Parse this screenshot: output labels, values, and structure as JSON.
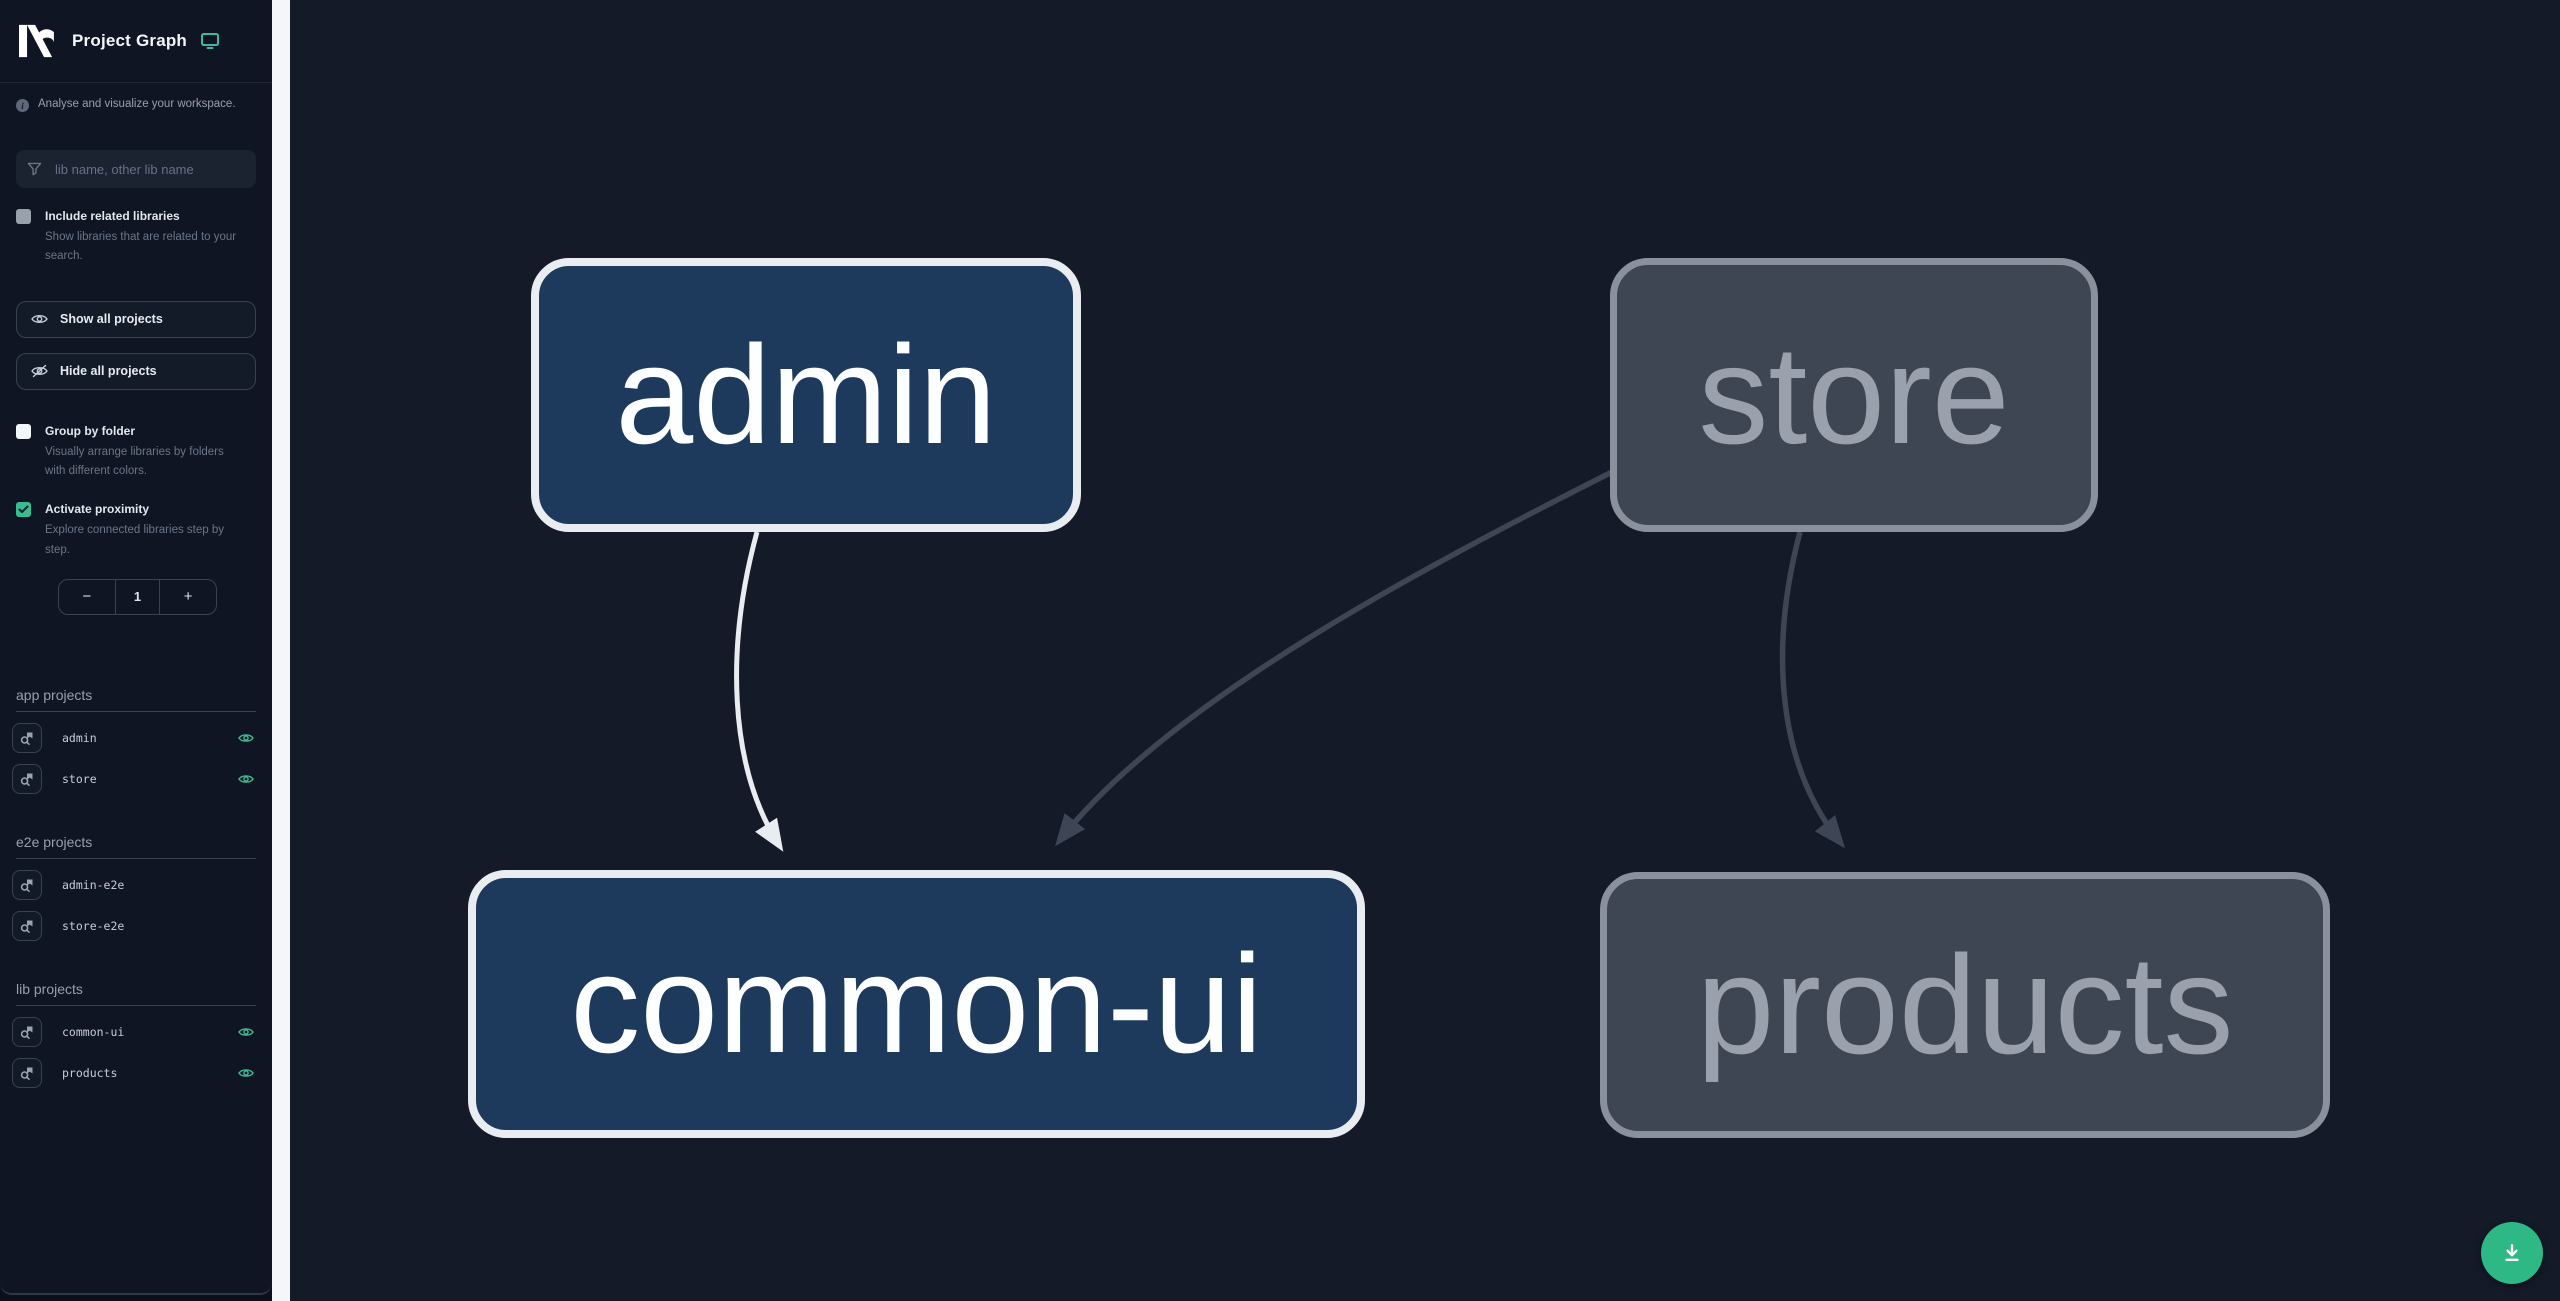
{
  "sidebar": {
    "title": "Project Graph",
    "intro": "Analyse and visualize your workspace.",
    "search_placeholder": "lib name, other lib name",
    "include_related": {
      "label": "Include related libraries",
      "desc": "Show libraries that are related to your search.",
      "checked": false
    },
    "show_all_label": "Show all projects",
    "hide_all_label": "Hide all projects",
    "group_by_folder": {
      "label": "Group by folder",
      "desc": "Visually arrange libraries by folders with different colors.",
      "checked": false
    },
    "activate_proximity": {
      "label": "Activate proximity",
      "desc": "Explore connected libraries step by step.",
      "checked": true
    },
    "stepper": {
      "minus": "−",
      "value": "1",
      "plus": "+"
    },
    "sections": [
      {
        "title": "app projects",
        "items": [
          {
            "name": "admin",
            "visible": true
          },
          {
            "name": "store",
            "visible": true
          }
        ]
      },
      {
        "title": "e2e projects",
        "items": [
          {
            "name": "admin-e2e",
            "visible": false
          },
          {
            "name": "store-e2e",
            "visible": false
          }
        ]
      },
      {
        "title": "lib projects",
        "items": [
          {
            "name": "common-ui",
            "visible": true
          },
          {
            "name": "products",
            "visible": true
          }
        ]
      }
    ]
  },
  "graph": {
    "nodes": [
      {
        "label": "admin",
        "state": "focused"
      },
      {
        "label": "store",
        "state": "faded"
      },
      {
        "label": "common-ui",
        "state": "focused"
      },
      {
        "label": "products",
        "state": "faded"
      }
    ],
    "edges": [
      {
        "from": "admin",
        "to": "common-ui",
        "state": "focused"
      },
      {
        "from": "store",
        "to": "common-ui",
        "state": "faded"
      },
      {
        "from": "store",
        "to": "products",
        "state": "faded"
      }
    ]
  },
  "colors": {
    "accent_green": "#2eb885",
    "eye_green": "#41ba92",
    "node_focused_fill": "#1d3a5c",
    "node_focused_border": "#e9ecf0",
    "node_faded_fill": "#3e4654",
    "node_faded_border": "#8b919c",
    "edge_focused": "#e9ecf0",
    "edge_faded": "#3e4655",
    "canvas_bg": "#141a28",
    "sidebar_bg": "#0f1522"
  },
  "fab": {
    "action": "download"
  }
}
